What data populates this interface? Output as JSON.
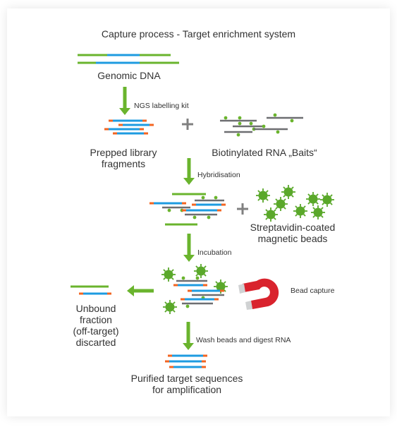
{
  "title": "Capture process - Target enrichment system",
  "labels": {
    "genomic_dna": "Genomic DNA",
    "ngs_kit": "NGS labelling kit",
    "prepped_line1": "Prepped library",
    "prepped_line2": "fragments",
    "baits": "Biotinylated RNA „Baits“",
    "hybridisation": "Hybridisation",
    "beads_line1": "Streptavidin-coated",
    "beads_line2": "magnetic beads",
    "incubation": "Incubation",
    "bead_capture": "Bead capture",
    "unbound_line1": "Unbound",
    "unbound_line2": "fraction",
    "unbound_line3": "(off-target)",
    "unbound_line4": "discarted",
    "wash": "Wash beads and digest RNA",
    "purified_line1": "Purified target sequences",
    "purified_line2": "for amplification"
  },
  "colors": {
    "dna_green": "#6ab42d",
    "dna_blue": "#1e9be0",
    "adapter_orange": "#f26522",
    "bait_gray": "#6d6e71",
    "biotin_green": "#6ab42d",
    "bead_green": "#5aa82a",
    "arrow_green": "#6ab42d",
    "magnet_red": "#d9232d",
    "magnet_tip": "#d0d2d3",
    "plus_gray": "#808080"
  },
  "icons": {
    "magnet": "horseshoe-magnet-icon",
    "bead": "streptavidin-bead-icon",
    "plus": "plus-icon",
    "arrow": "arrow-icon"
  }
}
